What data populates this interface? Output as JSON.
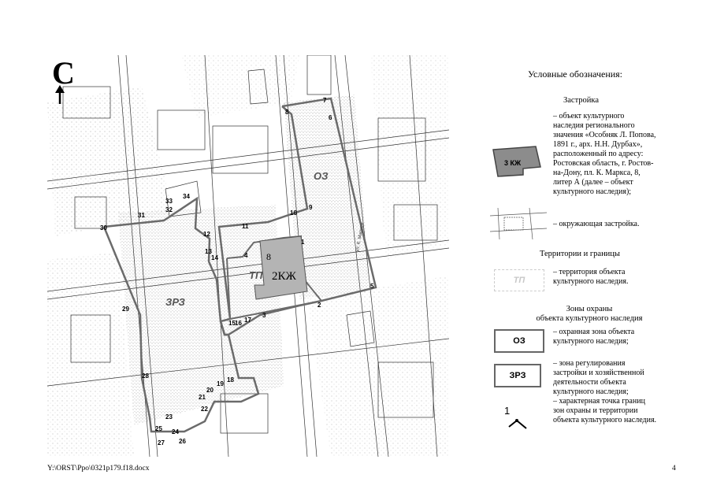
{
  "map": {
    "north_letter": "С",
    "core_label": "2КЖ",
    "core_number": "8",
    "zone_labels": {
      "tp": "ТП",
      "oz": "ОЗ",
      "zrz": "ЗРЗ"
    },
    "points": [
      "1",
      "2",
      "3",
      "4",
      "5",
      "6",
      "7",
      "8",
      "9",
      "10",
      "11",
      "12",
      "13",
      "14",
      "15",
      "16",
      "17",
      "18",
      "19",
      "20",
      "21",
      "22",
      "23",
      "24",
      "25",
      "26",
      "27",
      "28",
      "29",
      "30",
      "31",
      "32",
      "33",
      "34"
    ],
    "street_label": "ул. К. Маркса"
  },
  "legend": {
    "title": "Условные обозначения:",
    "section_buildings": "Застройка",
    "object_badge": "3 КЖ",
    "object_desc": [
      "– объект культурного",
      "наследия регионального",
      "значения «Особняк Л. Попова,",
      "1891 г., арх. Н.Н. Дурбах»,",
      "расположенный по адресу:",
      "Ростовская область, г. Ростов-",
      "на-Дону, пл. К. Маркса, 8,",
      "литер А (далее – объект",
      "культурного наследия);"
    ],
    "surrounding_desc": "– окружающая застройка.",
    "section_territories": "Территории и границы",
    "tp_badge": "ТП",
    "tp_desc": [
      "– территория объекта",
      "культурного наследия."
    ],
    "section_zones": [
      "Зоны охраны",
      "объекта культурного наследия"
    ],
    "oz_badge": "ОЗ",
    "oz_desc": [
      "– охранная зона объекта",
      "культурного наследия;"
    ],
    "zrz_badge": "ЗРЗ",
    "zrz_desc": [
      "– зона регулирования",
      "застройки и хозяйственной",
      "деятельности  объекта",
      "культурного наследия;",
      "– характерная точка границ",
      "зон охраны и территории",
      "объекта культурного наследия."
    ],
    "point_symbol_number": "1"
  },
  "footer": {
    "path": "Y:\\ORST\\Ppo\\0321p179.f18.docx",
    "page": "4"
  },
  "colors": {
    "boundary": "#6b6b6b",
    "core_fill": "#b4b4b4",
    "tp_text": "#c8c8c8"
  }
}
